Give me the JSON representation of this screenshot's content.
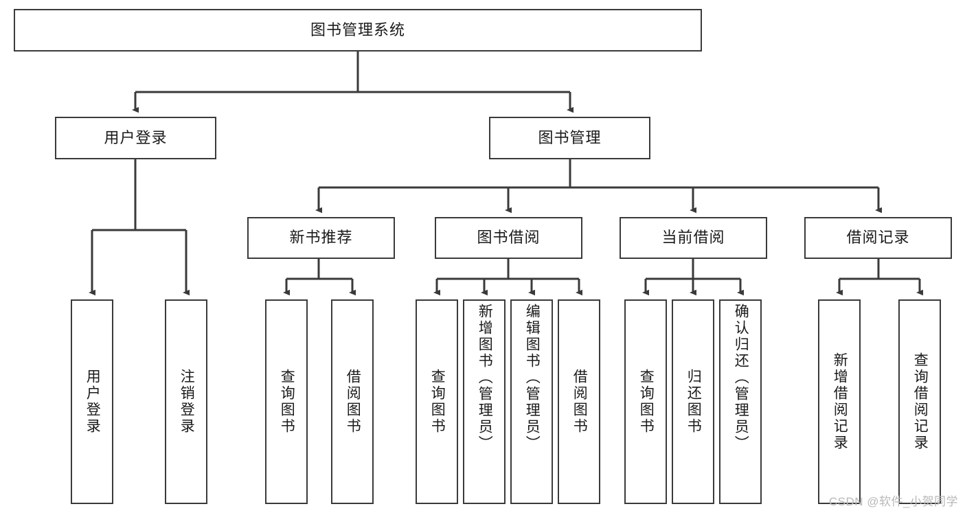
{
  "diagram": {
    "type": "tree-hierarchy-diagram",
    "title": "图书管理系统",
    "watermark": "CSDN @软件_小贺同学",
    "colors": {
      "box_border": "#3a3a3a",
      "box_fill": "#ffffff",
      "connector": "#3a3a3a",
      "text": "#1a1a1a",
      "watermark": "#b8b8b8"
    },
    "root": {
      "label": "图书管理系统"
    },
    "level2": [
      {
        "label": "用户登录"
      },
      {
        "label": "图书管理"
      }
    ],
    "level3": [
      {
        "label": "新书推荐"
      },
      {
        "label": "图书借阅"
      },
      {
        "label": "当前借阅"
      },
      {
        "label": "借阅记录"
      }
    ],
    "leaves": {
      "user_login": [
        {
          "label": "用户登录"
        },
        {
          "label": "注销登录"
        }
      ],
      "new_book_recommend": [
        {
          "label": "查询图书"
        },
        {
          "label": "借阅图书"
        }
      ],
      "book_borrow": [
        {
          "label": "查询图书"
        },
        {
          "label": "新增图书（管理员）"
        },
        {
          "label": "编辑图书（管理员）"
        },
        {
          "label": "借阅图书"
        }
      ],
      "current_borrow": [
        {
          "label": "查询图书"
        },
        {
          "label": "归还图书"
        },
        {
          "label": "确认归还（管理员）"
        }
      ],
      "borrow_record": [
        {
          "label": "新增借阅记录"
        },
        {
          "label": "查询借阅记录"
        }
      ]
    }
  }
}
